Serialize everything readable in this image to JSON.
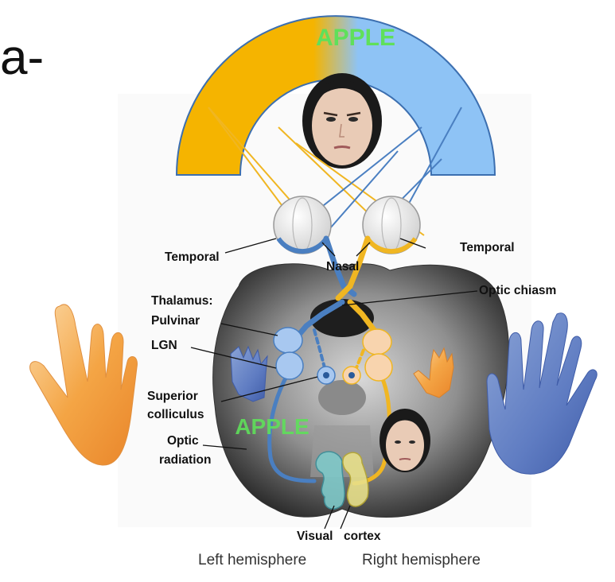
{
  "panel_letter": "a-",
  "visual_field": {
    "word": "APPLE",
    "left_color": "#f5b400",
    "right_color": "#8ec3f5"
  },
  "labels": {
    "temporal_left": "Temporal",
    "temporal_right": "Temporal",
    "nasal": "Nasal",
    "optic_chiasm": "Optic chiasm",
    "thalamus": "Thalamus:",
    "pulvinar": "Pulvinar",
    "lgn": "LGN",
    "superior": "Superior",
    "colliculus": "colliculus",
    "optic": "Optic",
    "radiation": "radiation",
    "visual": "Visual",
    "cortex": "cortex",
    "brain_word": "APPLE"
  },
  "hemispheres": {
    "left": "Left hemisphere",
    "right": "Right hemisphere"
  },
  "colors": {
    "blue_pathway": "#4a7fc1",
    "yellow_pathway": "#f0b622"
  }
}
